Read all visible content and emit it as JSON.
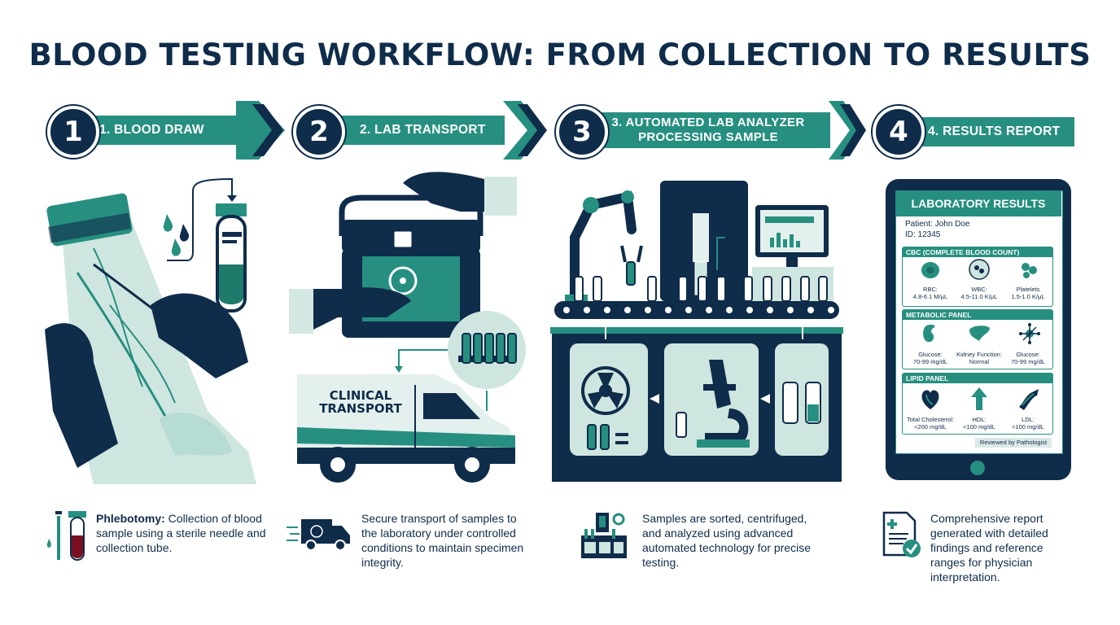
{
  "title": "BLOOD TESTING WORKFLOW: FROM COLLECTION TO RESULTS",
  "steps": [
    {
      "number": "1",
      "label": "1. BLOOD DRAW"
    },
    {
      "number": "2",
      "label": "2. LAB TRANSPORT"
    },
    {
      "number": "3",
      "label_line1": "3. AUTOMATED LAB ANALYZER",
      "label_line2": "PROCESSING SAMPLE"
    },
    {
      "number": "4",
      "label": "4. RESULTS REPORT"
    }
  ],
  "van": {
    "line1": "CLINICAL",
    "line2": "TRANSPORT"
  },
  "results": {
    "header": "LABORATORY RESULTS",
    "patient": "Patient: John Doe",
    "id": "ID: 12345",
    "panels": [
      {
        "title": "CBC (COMPLETE BLOOD COUNT)",
        "items": [
          {
            "name": "RBC:",
            "value": "4.8-6.1 M/μL"
          },
          {
            "name": "WBC:",
            "value": "4.5-11.0 K/μL"
          },
          {
            "name": "Platelets",
            "value": "1.5-1.0 K/μL"
          }
        ]
      },
      {
        "title": "METABOLIC PANEL",
        "items": [
          {
            "name": "Glucose:",
            "value": "70-99 mg/dL"
          },
          {
            "name": "Kidney Function:",
            "value": "Normal"
          },
          {
            "name": "Glucose:",
            "value": "70-99 mg/dL"
          }
        ]
      },
      {
        "title": "LIPID PANEL",
        "items": [
          {
            "name": "Total Cholesterol:",
            "value": "<200 mg/dL"
          },
          {
            "name": "HDL:",
            "value": "<100 mg/dL"
          },
          {
            "name": "LDL:",
            "value": "<100 mg/dL"
          }
        ]
      }
    ],
    "reviewed": "Reviewed by Pathologist"
  },
  "descriptions": [
    {
      "bold": "Phlebotomy:",
      "text": " Collection of blood sample using a sterile needle and collection tube."
    },
    {
      "text": "Secure transport of samples to the laboratory under controlled conditions to maintain specimen integrity."
    },
    {
      "text": "Samples are sorted, centrifuged, and analyzed using advanced automated technology for precise testing."
    },
    {
      "text": "Comprehensive report generated with detailed findings and reference ranges for physician interpretation."
    }
  ],
  "icons": [
    "syringe-icon",
    "blood-tube-icon",
    "biohazard-cooler-icon",
    "transport-van-icon",
    "robot-arm-icon",
    "centrifuge-icon",
    "microscope-icon",
    "vial-icon",
    "tablet-report-icon",
    "clipboard-check-icon"
  ],
  "colors": {
    "navy": "#0f2c4a",
    "teal": "#268f80",
    "light_teal": "#bcded6",
    "pale": "#e3f0ed"
  }
}
